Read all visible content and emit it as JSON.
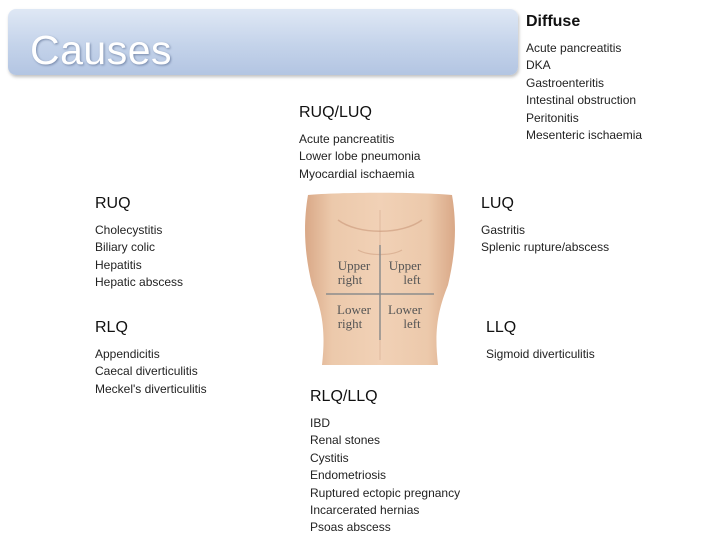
{
  "title": "Causes",
  "diffuse": {
    "heading": "Diffuse",
    "items": [
      "Acute pancreatitis",
      "DKA",
      "Gastroenteritis",
      "Intestinal obstruction",
      "Peritonitis",
      "Mesenteric ischaemia"
    ]
  },
  "ruq_luq": {
    "heading": "RUQ/LUQ",
    "items": [
      "Acute pancreatitis",
      "Lower lobe pneumonia",
      "Myocardial ischaemia"
    ]
  },
  "ruq": {
    "heading": "RUQ",
    "items": [
      "Cholecystitis",
      "Biliary colic",
      "Hepatitis",
      "Hepatic abscess"
    ]
  },
  "luq": {
    "heading": "LUQ",
    "items": [
      "Gastritis",
      "Splenic rupture/abscess"
    ]
  },
  "rlq": {
    "heading": "RLQ",
    "items": [
      "Appendicitis",
      "Caecal diverticulitis",
      "Meckel's diverticulitis"
    ]
  },
  "llq": {
    "heading": "LLQ",
    "items": [
      "Sigmoid diverticulitis"
    ]
  },
  "rlq_llq": {
    "heading": "RLQ/LLQ",
    "items": [
      "IBD",
      "Renal stones",
      "Cystitis",
      "Endometriosis",
      "Ruptured ectopic pregnancy",
      "Incarcerated hernias",
      "Psoas abscess"
    ]
  },
  "diagram": {
    "upper_right": [
      "Upper",
      "right"
    ],
    "upper_left": [
      "Upper",
      "left"
    ],
    "lower_right": [
      "Lower",
      "right"
    ],
    "lower_left": [
      "Lower",
      "left"
    ],
    "skin_color": "#e9c3a3",
    "line_color": "#8c8c8c"
  }
}
